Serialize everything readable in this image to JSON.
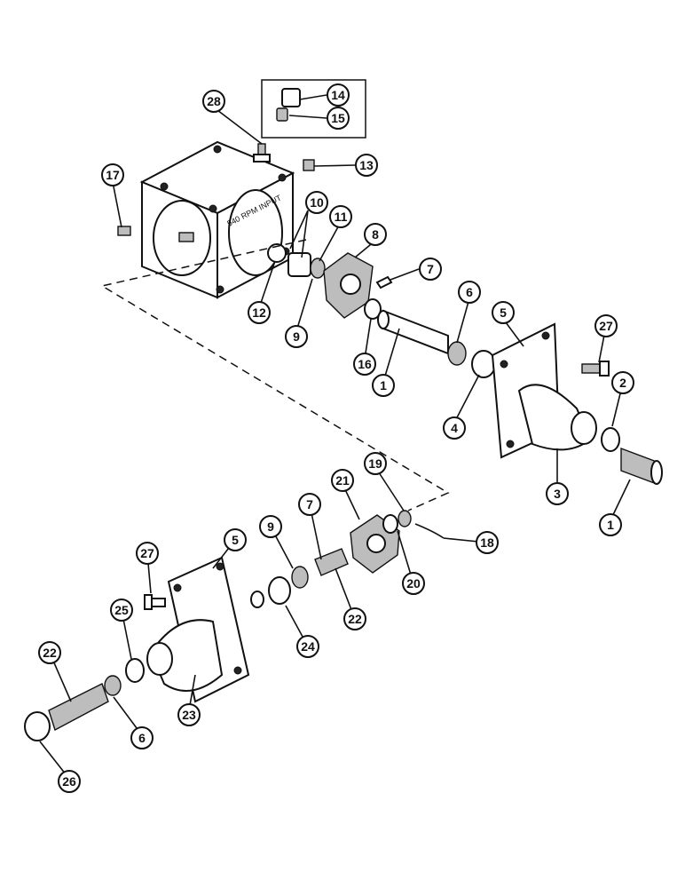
{
  "housing_marking": "540 RPM INPUT",
  "callouts": [
    {
      "id": "c28",
      "label": "28"
    },
    {
      "id": "c14",
      "label": "14"
    },
    {
      "id": "c15",
      "label": "15"
    },
    {
      "id": "c13",
      "label": "13"
    },
    {
      "id": "c17",
      "label": "17"
    },
    {
      "id": "c10",
      "label": "10"
    },
    {
      "id": "c11",
      "label": "11"
    },
    {
      "id": "c8",
      "label": "8"
    },
    {
      "id": "c7a",
      "label": "7"
    },
    {
      "id": "c12",
      "label": "12"
    },
    {
      "id": "c9a",
      "label": "9"
    },
    {
      "id": "c6a",
      "label": "6"
    },
    {
      "id": "c16",
      "label": "16"
    },
    {
      "id": "c5a",
      "label": "5"
    },
    {
      "id": "c27a",
      "label": "27"
    },
    {
      "id": "c1a",
      "label": "1"
    },
    {
      "id": "c2",
      "label": "2"
    },
    {
      "id": "c4",
      "label": "4"
    },
    {
      "id": "c3",
      "label": "3"
    },
    {
      "id": "c1b",
      "label": "1"
    },
    {
      "id": "c19",
      "label": "19"
    },
    {
      "id": "c21",
      "label": "21"
    },
    {
      "id": "c7b",
      "label": "7"
    },
    {
      "id": "c18",
      "label": "18"
    },
    {
      "id": "c9b",
      "label": "9"
    },
    {
      "id": "c20",
      "label": "20"
    },
    {
      "id": "c27b",
      "label": "27"
    },
    {
      "id": "c5b",
      "label": "5"
    },
    {
      "id": "c22a",
      "label": "22"
    },
    {
      "id": "c25",
      "label": "25"
    },
    {
      "id": "c24",
      "label": "24"
    },
    {
      "id": "c22b",
      "label": "22"
    },
    {
      "id": "c23",
      "label": "23"
    },
    {
      "id": "c6b",
      "label": "6"
    },
    {
      "id": "c26",
      "label": "26"
    }
  ]
}
